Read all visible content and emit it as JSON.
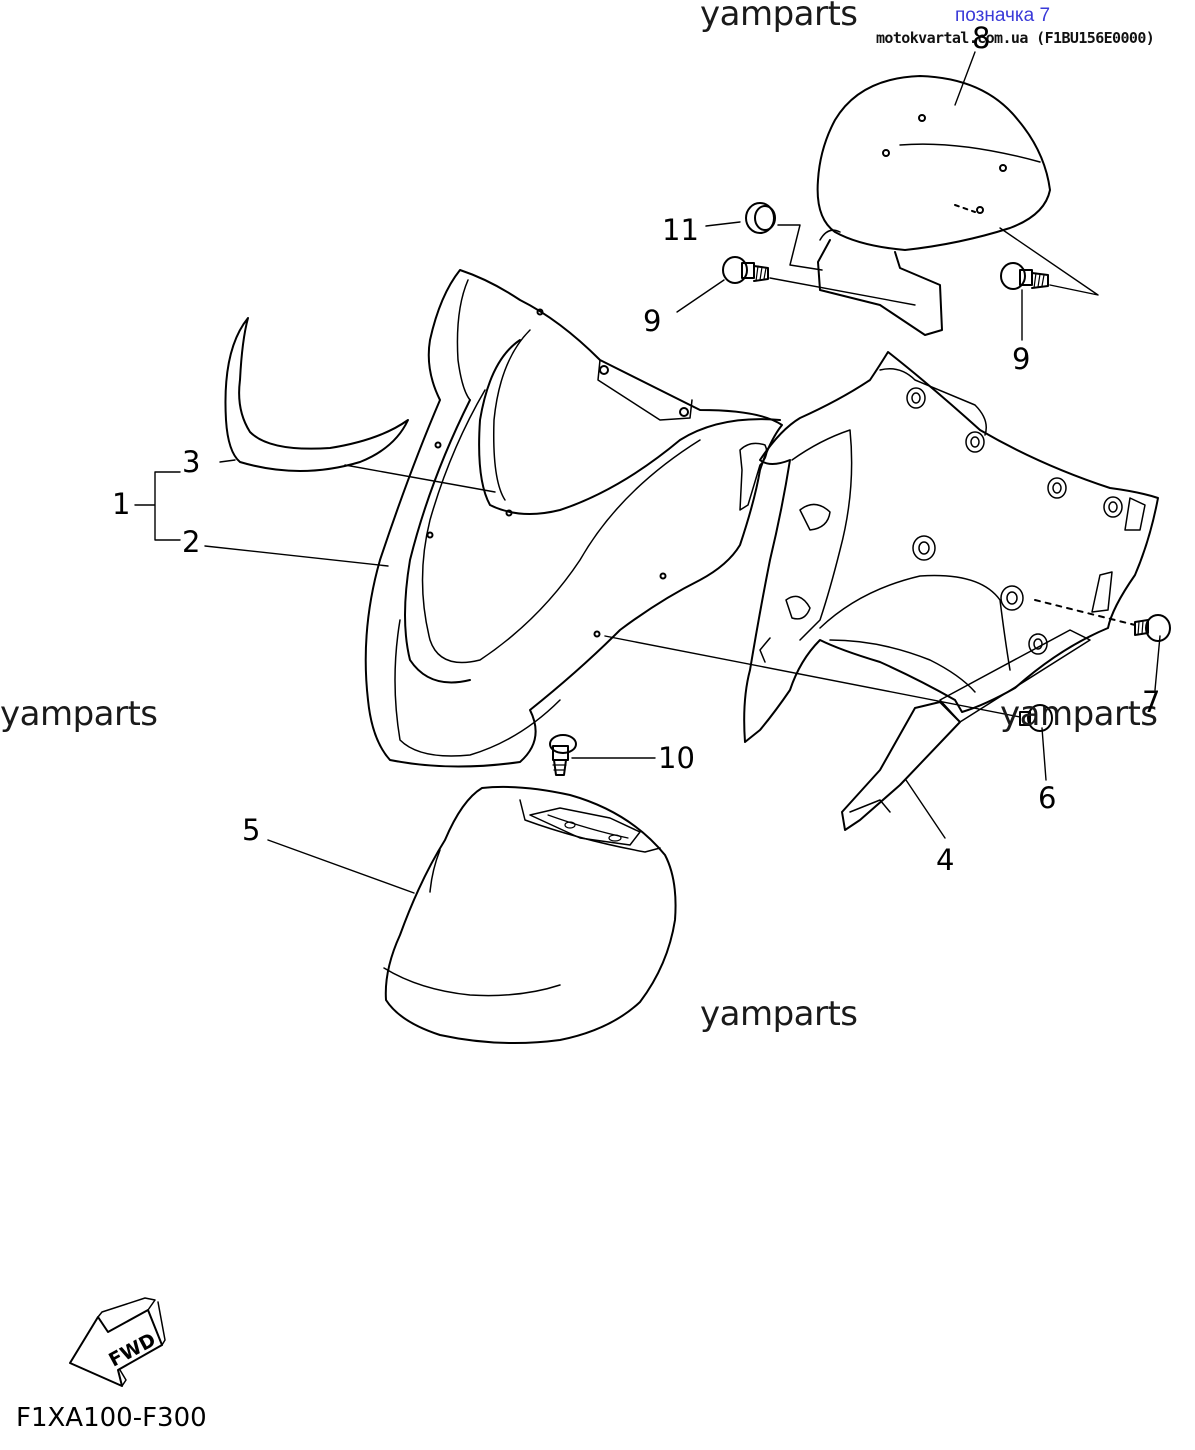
{
  "watermarks": [
    "yamparts",
    "yamparts",
    "yamparts",
    "yamparts"
  ],
  "tag_label": "позначка 7",
  "source_label": "motokvartal.com.ua (F1BU156E0000)",
  "diagram_code": "F1XA100-F300",
  "fwd_label": "FWD",
  "callouts": {
    "c1": "1",
    "c2": "2",
    "c3": "3",
    "c4": "4",
    "c5": "5",
    "c6": "6",
    "c7": "7",
    "c8": "8",
    "c9a": "9",
    "c9b": "9",
    "c10": "10",
    "c11": "11"
  },
  "icons": {
    "direction": "forward-arrow-icon"
  },
  "colors": {
    "line": "#000000",
    "tag": "#3a3ad8",
    "background": "#ffffff"
  }
}
